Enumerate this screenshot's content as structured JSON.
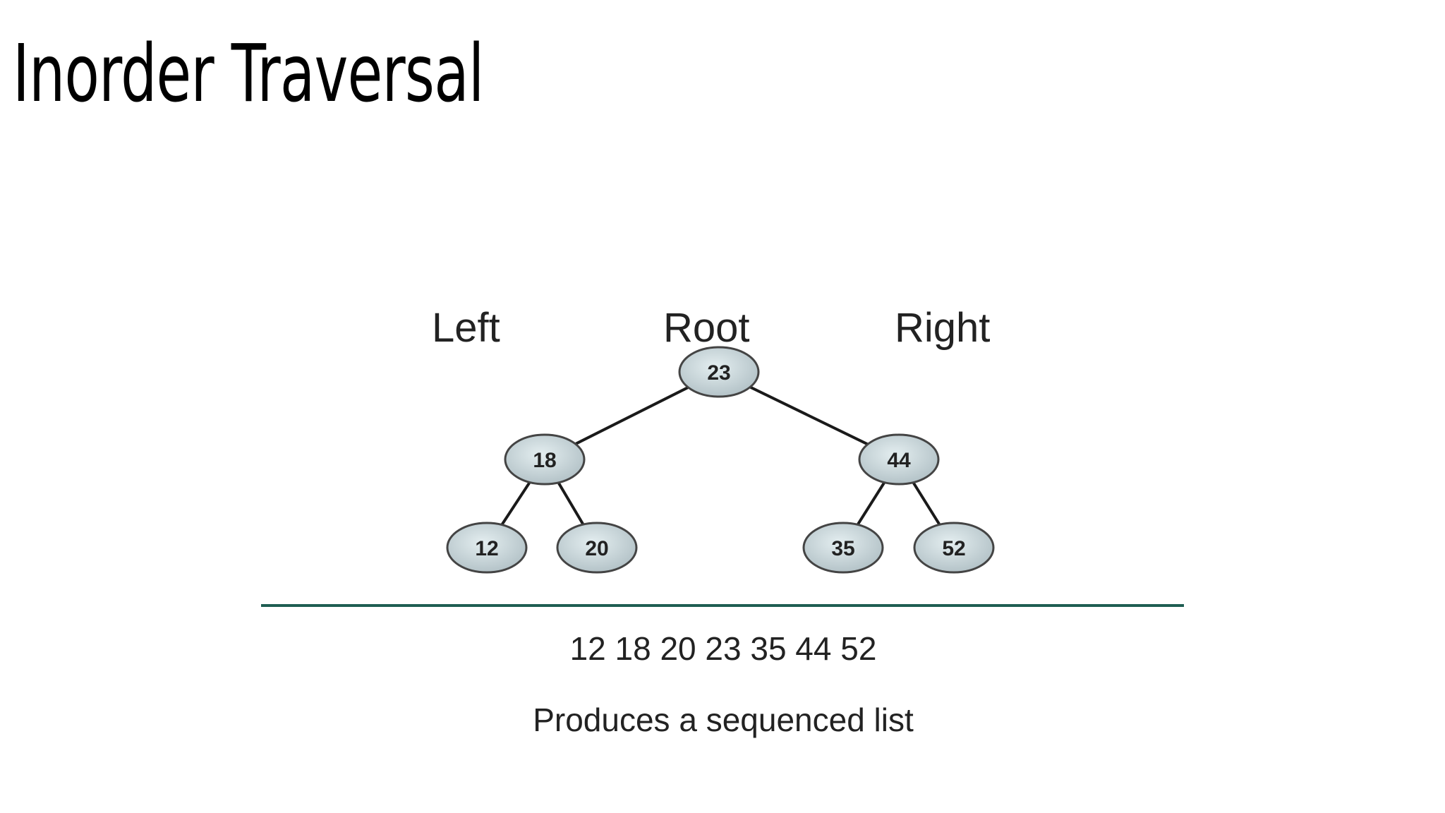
{
  "title": "Inorder Traversal",
  "labels": {
    "left": "Left",
    "root": "Root",
    "right": "Right"
  },
  "tree": {
    "nodes": [
      {
        "id": "n23",
        "value": "23"
      },
      {
        "id": "n18",
        "value": "18"
      },
      {
        "id": "n44",
        "value": "44"
      },
      {
        "id": "n12",
        "value": "12"
      },
      {
        "id": "n20",
        "value": "20"
      },
      {
        "id": "n35",
        "value": "35"
      },
      {
        "id": "n52",
        "value": "52"
      }
    ],
    "edges": [
      [
        "n23",
        "n18"
      ],
      [
        "n23",
        "n44"
      ],
      [
        "n18",
        "n12"
      ],
      [
        "n18",
        "n20"
      ],
      [
        "n44",
        "n35"
      ],
      [
        "n44",
        "n52"
      ]
    ]
  },
  "sequence": "12 18 20 23 35 44 52",
  "caption": "Produces a sequenced list",
  "colors": {
    "node_fill": "#c8d5d9",
    "node_stroke": "#444444",
    "divider": "#1f5e52"
  }
}
